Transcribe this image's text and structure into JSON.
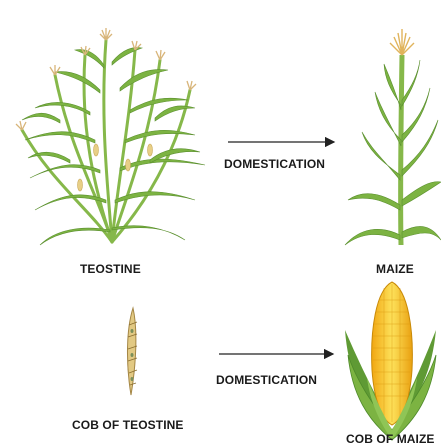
{
  "labels": {
    "teostine": "TEOSTINE",
    "maize": "MAIZE",
    "domestication_top": "DOMESTICATION",
    "cob_teostine": "COB OF TEOSTINE",
    "domestication_bottom": "DOMESTICATION",
    "cob_maize": "COB OF MAIZE"
  },
  "colors": {
    "leaf": "#7cb342",
    "leaf_dark": "#4e8a2a",
    "stalk": "#8bbf4a",
    "tassel": "#e6c88a",
    "kernel": "#f5c02c",
    "kernel_dark": "#d99b10",
    "husk": "#6aa53a",
    "teo_cob": "#e0c880",
    "arrow": "#222222"
  }
}
